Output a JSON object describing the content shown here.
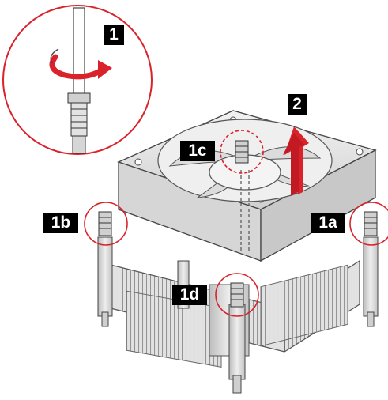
{
  "labels": {
    "step1": "1",
    "step2": "2",
    "step1a": "1a",
    "step1b": "1b",
    "step1c": "1c",
    "step1d": "1d"
  },
  "colors": {
    "callout_circle": "#d9222a",
    "rotation_arrow": "#d9222a",
    "lift_arrow": "#d9222a",
    "label_background": "#000000",
    "label_text": "#ffffff",
    "line_art": "#333333",
    "fan_housing": "#e6e6e6",
    "heatsink_fin": "#d9d9d9"
  },
  "icons": {
    "rotation": "counterclockwise-rotation-arrow-icon",
    "lift": "upward-arrow-icon",
    "tool": "screwdriver-icon"
  }
}
